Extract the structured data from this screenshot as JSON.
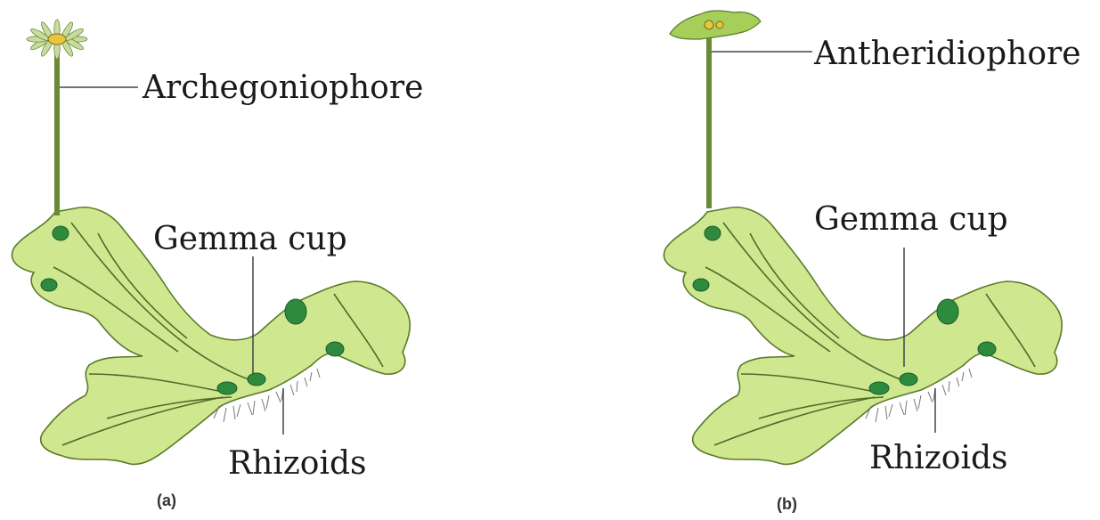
{
  "figure": {
    "panel_a": {
      "caption": "(a)",
      "labels": {
        "stalk": "Archegoniophore",
        "gemma": "Gemma cup",
        "rhizoids": "Rhizoids"
      }
    },
    "panel_b": {
      "caption": "(b)",
      "labels": {
        "stalk": "Antheridiophore",
        "gemma": "Gemma cup",
        "rhizoids": "Rhizoids"
      }
    }
  },
  "colors": {
    "thallus_fill": "#cfe88f",
    "thallus_stroke": "#5a7a2a",
    "vein": "#4f6a2a",
    "cup": "#2e8b3e",
    "stalk": "#6b8a35",
    "daisy_petal": "#c9dca0",
    "daisy_center": "#e8c53a",
    "anther_head": "#a6cf5a",
    "leader": "#444444"
  }
}
